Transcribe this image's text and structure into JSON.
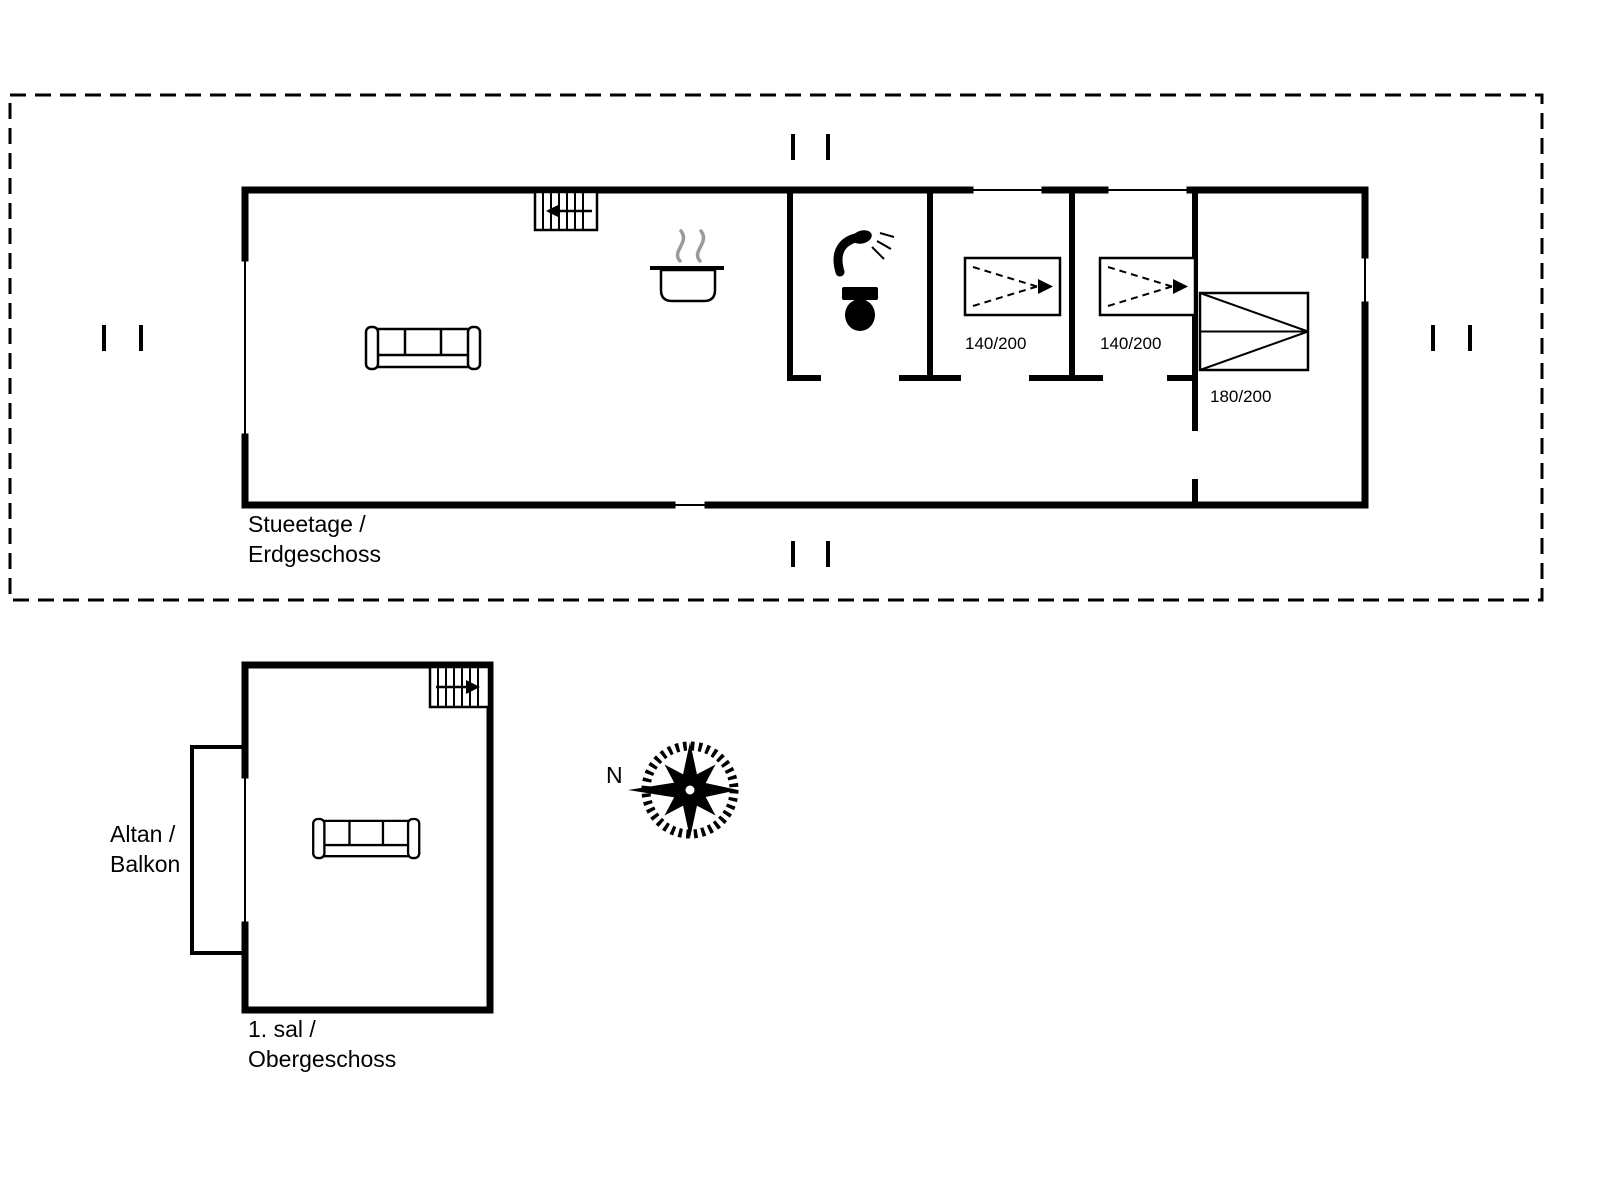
{
  "colors": {
    "ink": "#000000",
    "paper": "#ffffff",
    "steam": "#9a9a9a"
  },
  "ground_floor": {
    "name_line1": "Stueetage /",
    "name_line2": "Erdgeschoss",
    "bed_labels": [
      "140/200",
      "140/200",
      "180/200"
    ]
  },
  "upper_floor": {
    "name_line1": "1. sal /",
    "name_line2": "Obergeschoss"
  },
  "balcony": {
    "name_line1": "Altan /",
    "name_line2": "Balkon"
  },
  "compass": {
    "north": "N"
  },
  "icons": [
    "stairs-icon",
    "sofa-icon",
    "cooking-pot-icon",
    "shower-icon",
    "toilet-icon",
    "double-bed-icon",
    "compass-rose-icon",
    "section-marker"
  ]
}
